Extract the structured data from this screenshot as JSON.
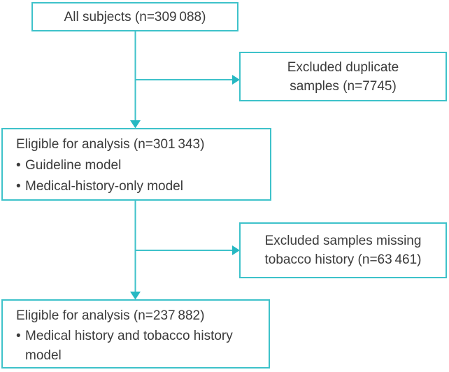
{
  "colors": {
    "accent": "#3ec2ca",
    "arrow": "#26b8c2",
    "text": "#3b3b3b",
    "background": "#ffffff"
  },
  "glyphs": {
    "bullet": "•"
  },
  "flowchart": {
    "type": "subject-flow-diagram",
    "nodes": {
      "all_subjects": {
        "title": "All subjects (n=309 088)"
      },
      "excluded_duplicates": {
        "lines": [
          "Excluded duplicate",
          "samples (n=7745)"
        ]
      },
      "eligible_analysis_1": {
        "title": "Eligible for analysis (n=301 343)",
        "bullets": [
          "Guideline model",
          "Medical-history-only model"
        ]
      },
      "excluded_tobacco": {
        "lines": [
          "Excluded samples missing",
          "tobacco history (n=63 461)"
        ]
      },
      "eligible_analysis_2": {
        "title": "Eligible for analysis (n=237 882)",
        "bullets": [
          "Medical history and tobacco history model"
        ]
      }
    }
  }
}
